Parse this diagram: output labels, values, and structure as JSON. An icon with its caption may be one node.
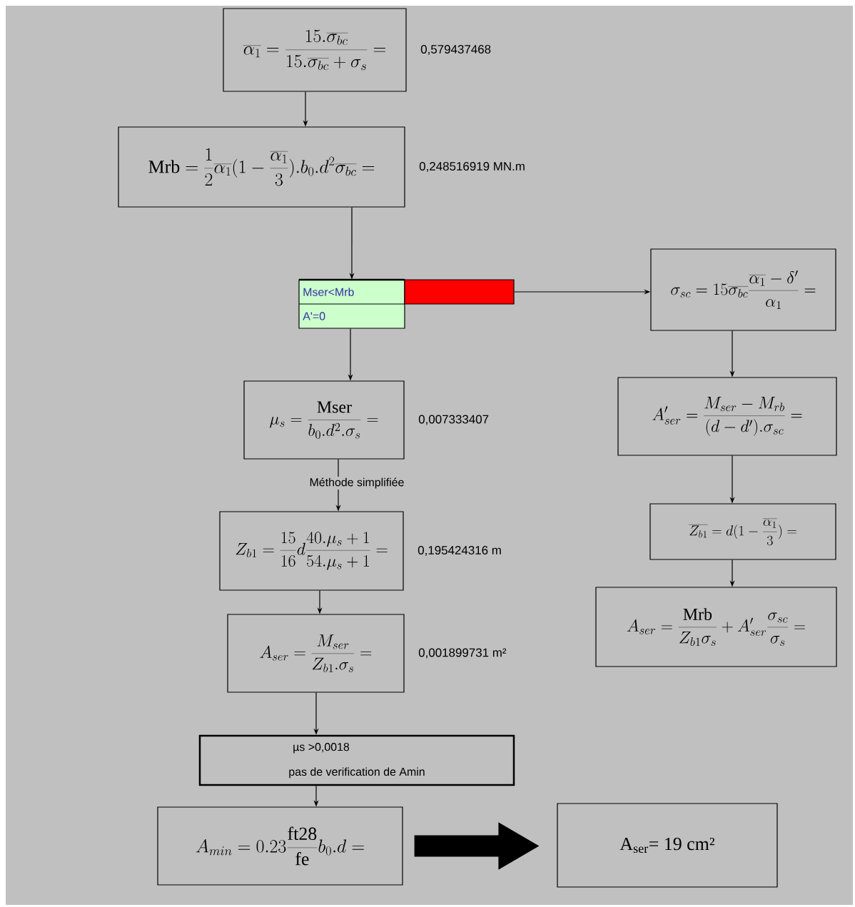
{
  "diagram": {
    "nodes": [
      {
        "text": [
          "\\overline{\\alpha_1}=\\frac{15.\\overline{\\sigma_{bc}}}{15.\\overline{\\sigma_{bc}}+\\sigma_s}="
        ],
        "beside": [
          "0,579437468"
        ]
      },
      {
        "text": [
          "\\mathrm{Mrb}=\\frac{1}{2}\\overline{\\alpha_1}(1-\\frac{\\overline{\\alpha_1}}{3}).b_0.d^2\\overline{\\sigma_{bc}}="
        ],
        "beside": [
          "0,248516919 MN.m"
        ]
      },
      {
        "text": [
          "Mser<Mrb",
          "A'=0"
        ]
      },
      {
        "text": [],
        "shape": "bar"
      },
      {
        "text": [
          "\\sigma_{sc}=15\\overline{\\sigma_{bc}}\\frac{\\overline{\\alpha_1}-\\delta'}{\\alpha_1}="
        ]
      },
      {
        "text": [
          "\\mu_s=\\frac{\\mathrm{Mser}}{b_0.d^2.\\sigma_s}="
        ],
        "beside": [
          "0,007333407"
        ]
      },
      {
        "text": [
          "A'_{ser}=\\frac{M_{ser}-M_{rb}}{(d-d').\\sigma_{sc}}="
        ]
      },
      {
        "text": [
          "Z_{b1}=\\frac{15}{16}d\\frac{40.\\mu_s+1}{54.\\mu_s+1}="
        ],
        "beside": [
          "0,195424316 m"
        ]
      },
      {
        "text": [
          "\\overline{Z_{b1}}=d(1-\\frac{\\overline{\\alpha_1}}{3})="
        ]
      },
      {
        "text": [
          "A_{ser}=\\frac{M_{ser}}{Z_{b1}.\\sigma_s}="
        ],
        "beside": [
          "0,001899731 m²"
        ]
      },
      {
        "text": [
          "A_{ser}=\\frac{\\mathrm{Mrb}}{Z_{b1}\\sigma_s}+A'_{ser}\\frac{\\sigma_{sc}}{\\sigma_s}="
        ]
      },
      {
        "text": [
          "µs >0,0018",
          "pas de verification de Amin"
        ]
      },
      {
        "text": [
          "A_{min}=0.23\\frac{\\mathrm{ft28}}{\\mathrm{fe}}b_0.d="
        ]
      },
      {
        "text": [
          "A$_{ser}$= 19 cm²"
        ]
      }
    ],
    "edges": [
      {
        "from": 0,
        "to": 1,
        "arrow": "to"
      },
      {
        "from": 1,
        "to": 2,
        "arrow": "to"
      },
      {
        "from": 3,
        "to": 4,
        "arrow": "to"
      },
      {
        "from": 2,
        "to": 5,
        "arrow": "to"
      },
      {
        "from": 5,
        "to": 7,
        "arrow": "to",
        "label": "Méthode simplifiée"
      },
      {
        "from": 7,
        "to": 9,
        "arrow": "to"
      },
      {
        "from": 9,
        "to": 11,
        "arrow": "to"
      },
      {
        "from": 11,
        "to": 12,
        "arrow": "to"
      },
      {
        "from": 12,
        "to": 13,
        "arrow": "to",
        "style": "thick"
      },
      {
        "from": 4,
        "to": 6,
        "arrow": "to"
      },
      {
        "from": 6,
        "to": 8,
        "arrow": "to"
      },
      {
        "from": 8,
        "to": 10,
        "arrow": "to"
      }
    ]
  }
}
